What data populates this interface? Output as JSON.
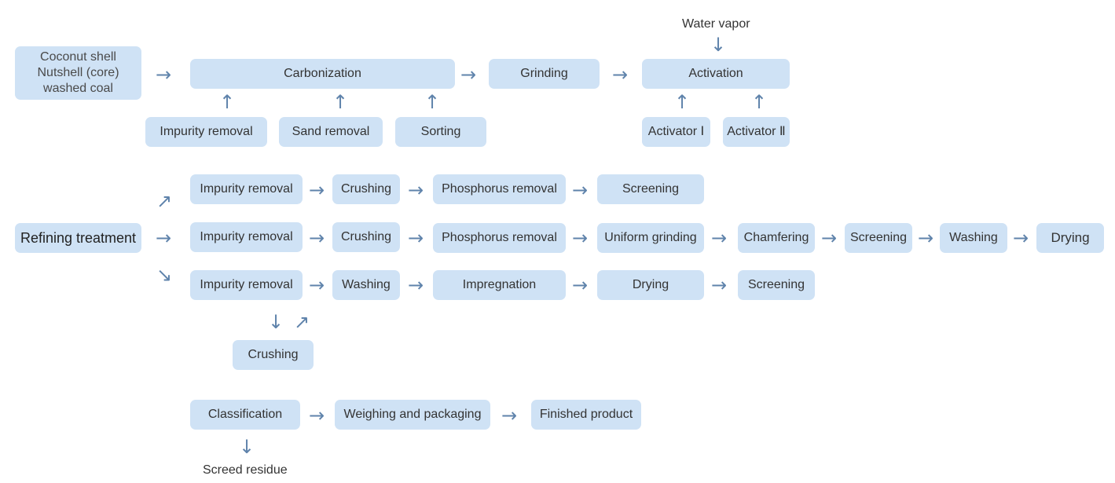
{
  "source_stage": {
    "lines": [
      "Coconut shell",
      "Nutshell (core)",
      "washed coal"
    ]
  },
  "stage1": {
    "carbonization": "Carbonization",
    "grinding": "Grinding",
    "activation": "Activation",
    "water_vapor": "Water vapor",
    "impurity_removal": "Impurity removal",
    "sand_removal": "Sand removal",
    "sorting": "Sorting",
    "activator_1": "Activator Ⅰ",
    "activator_2": "Activator Ⅱ"
  },
  "refining": {
    "label": "Refining treatment",
    "row_a": [
      "Impurity removal",
      "Crushing",
      "Phosphorus removal",
      "Screening"
    ],
    "row_b": [
      "Impurity removal",
      "Crushing",
      "Phosphorus removal",
      "Uniform grinding",
      "Chamfering",
      "Screening",
      "Washing",
      "Drying"
    ],
    "row_c": [
      "Impurity removal",
      "Washing",
      "Impregnation",
      "Drying",
      "Screening"
    ],
    "branch": "Crushing"
  },
  "final": {
    "classification": "Classification",
    "packaging": "Weighing and packaging",
    "product": "Finished product",
    "residue": "Screed residue"
  },
  "icons": {
    "right": "→",
    "up": "↑",
    "down": "↓",
    "up_right": "↗",
    "down_right": "↘"
  },
  "colors": {
    "box_fill": "#cfe2f5",
    "arrow": "#5f83ab",
    "text": "#333333"
  }
}
